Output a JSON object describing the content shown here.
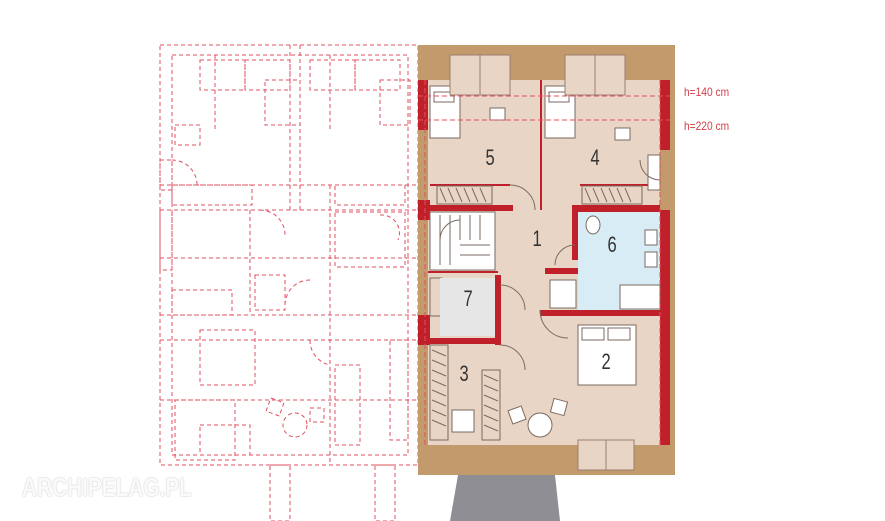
{
  "rooms": [
    {
      "number": "1"
    },
    {
      "number": "2"
    },
    {
      "number": "3"
    },
    {
      "number": "4"
    },
    {
      "number": "5"
    },
    {
      "number": "6"
    },
    {
      "number": "7"
    }
  ],
  "height_labels": {
    "h140": "h=140 cm",
    "h220": "h=220 cm"
  },
  "watermark": "ARCHIPELAG.PL",
  "colors": {
    "wall": "#c0202a",
    "floor": "#e8d5c5",
    "roof": "#c29a6b",
    "bathroom": "#d7ecf4",
    "mirror_lines": "#e05060",
    "height_line": "#e05060"
  }
}
